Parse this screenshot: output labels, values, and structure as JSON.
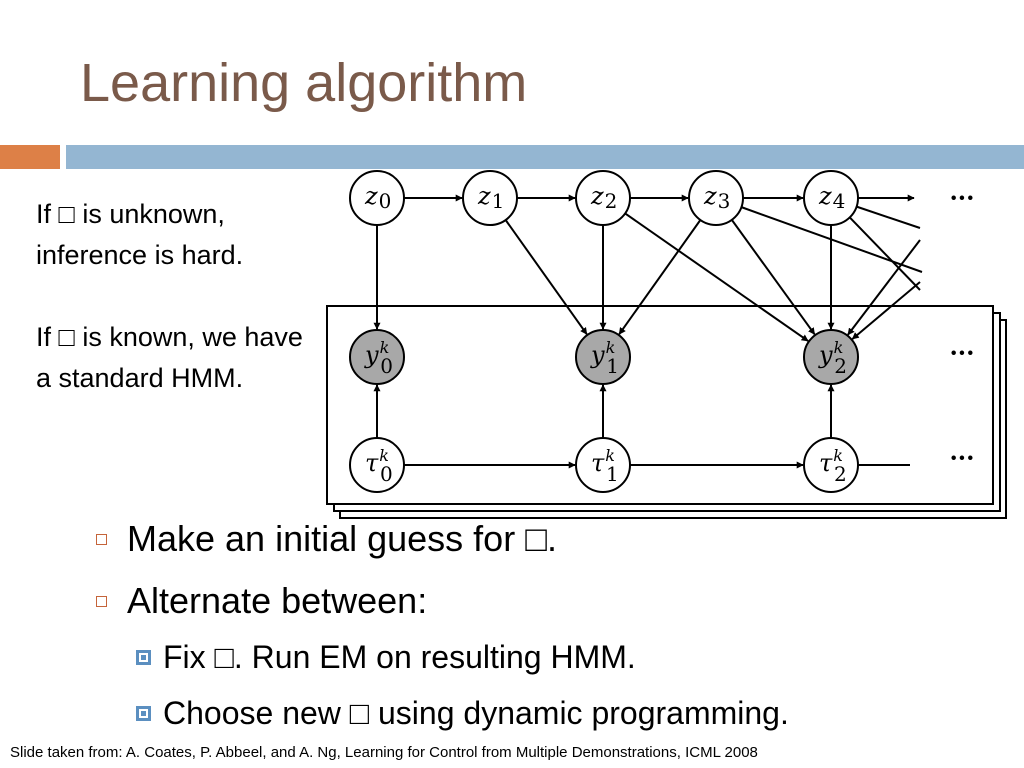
{
  "slide": {
    "title": "Learning algorithm",
    "side_text": {
      "p1": "If □ is unknown, inference is hard.",
      "p2": "If □ is known, we have a standard HMM."
    },
    "bullets": [
      {
        "level": 1,
        "text": "Make an initial guess for □."
      },
      {
        "level": 1,
        "text": "Alternate between:"
      },
      {
        "level": 2,
        "text": "Fix □.  Run EM on resulting HMM."
      },
      {
        "level": 2,
        "text": "Choose new □ using dynamic programming."
      }
    ],
    "footer": "Slide taken from: A. Coates, P. Abbeel, and A. Ng, Learning for Control from Multiple Demonstrations, ICML 2008"
  },
  "diagram": {
    "nodes": {
      "z0": {
        "base": "z",
        "sub": "0",
        "sup": ""
      },
      "z1": {
        "base": "z",
        "sub": "1",
        "sup": ""
      },
      "z2": {
        "base": "z",
        "sub": "2",
        "sup": ""
      },
      "z3": {
        "base": "z",
        "sub": "3",
        "sup": ""
      },
      "z4": {
        "base": "z",
        "sub": "4",
        "sup": ""
      },
      "y0": {
        "base": "y",
        "sub": "0",
        "sup": "k"
      },
      "y1": {
        "base": "y",
        "sub": "1",
        "sup": "k"
      },
      "y2": {
        "base": "y",
        "sub": "2",
        "sup": "k"
      },
      "t0": {
        "base": "τ",
        "sub": "0",
        "sup": "k"
      },
      "t1": {
        "base": "τ",
        "sub": "1",
        "sup": "k"
      },
      "t2": {
        "base": "τ",
        "sub": "2",
        "sup": "k"
      }
    },
    "ellipsis": "···",
    "colors": {
      "observed_fill": "#a8a8a8",
      "stroke": "#000000",
      "title": "#7a5a4a",
      "bar_orange": "#dd8047",
      "bar_blue": "#94b6d2"
    }
  }
}
